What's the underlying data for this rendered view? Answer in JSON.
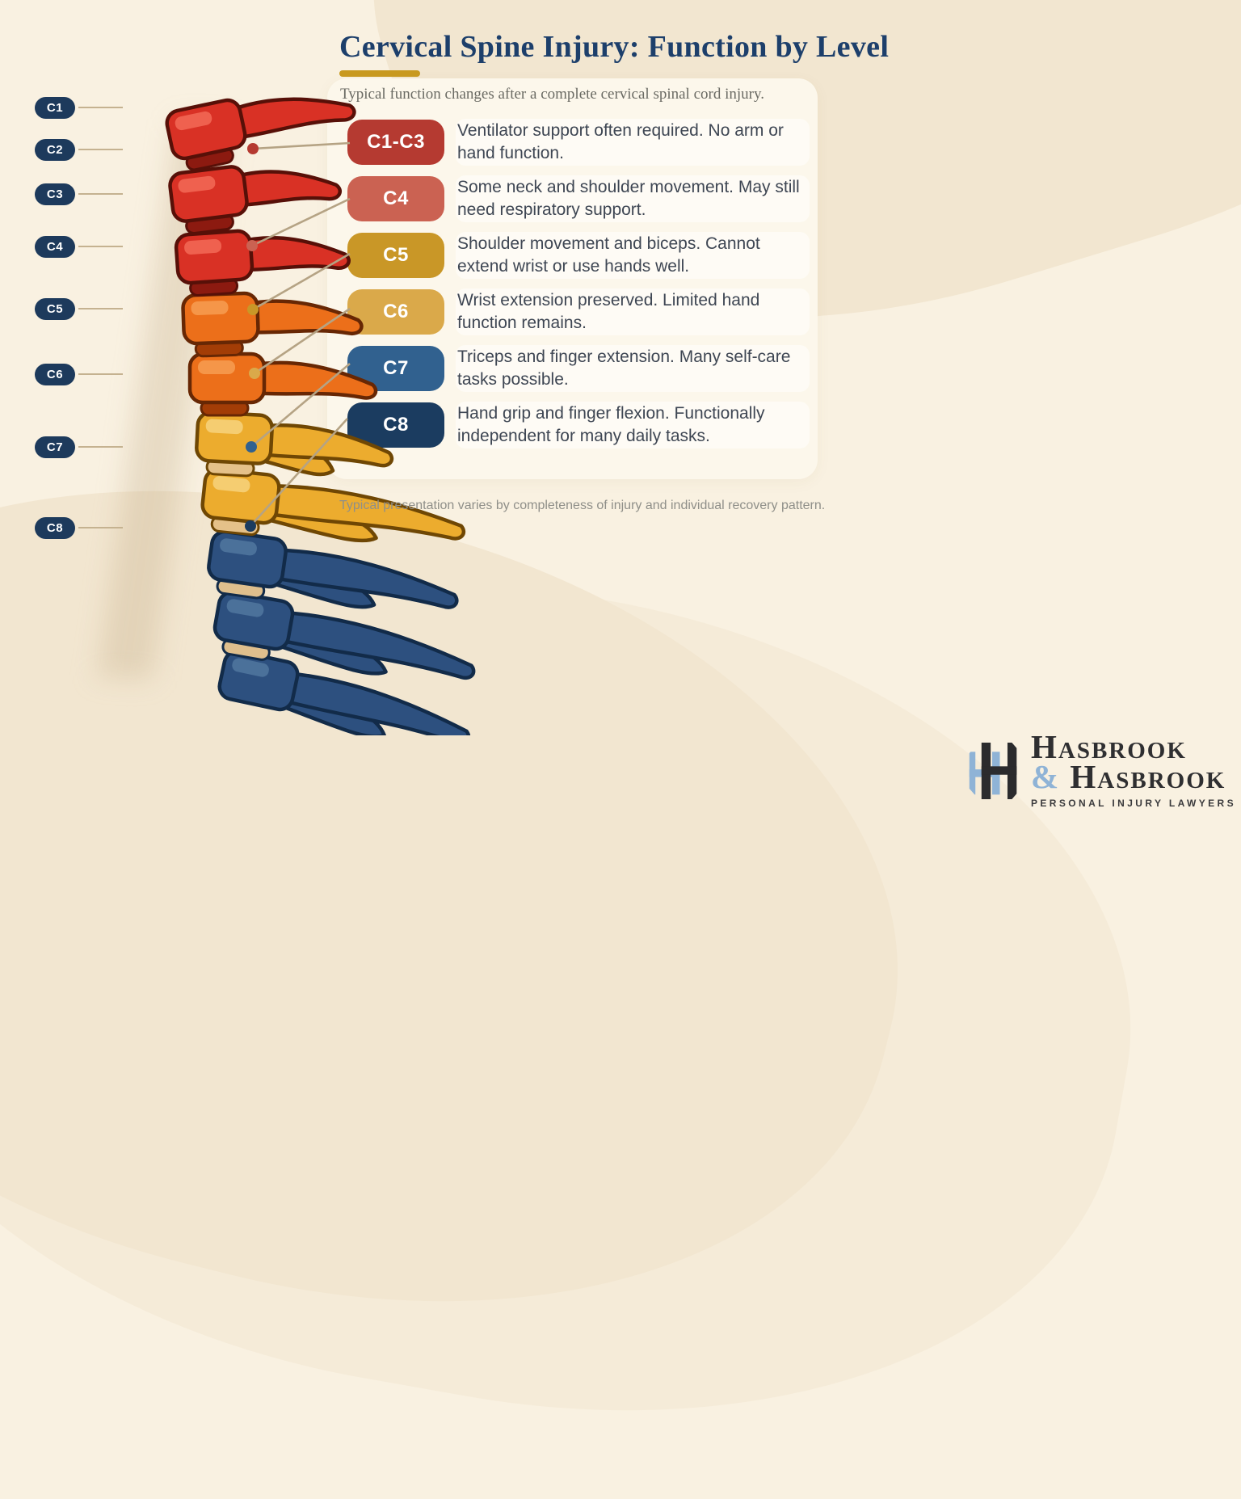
{
  "page": {
    "title": "Cervical Spine Injury: Function by Level",
    "subtitle": "Typical function changes after a complete cervical spinal cord injury.",
    "footnote": "Typical presentation varies by completeness of injury and individual recovery pattern."
  },
  "spine_labels": [
    "C1",
    "C2",
    "C3",
    "C4",
    "C5",
    "C6",
    "C7",
    "C8"
  ],
  "levels": [
    {
      "label": "C1-C3",
      "color": "#b53a31",
      "description": "Ventilator support often required. No arm or hand function."
    },
    {
      "label": "C4",
      "color": "#cb6252",
      "description": "Some neck and shoulder movement. May still need respiratory support."
    },
    {
      "label": "C5",
      "color": "#c99727",
      "description": "Shoulder movement and biceps. Cannot extend wrist or use hands well."
    },
    {
      "label": "C6",
      "color": "#daa94a",
      "description": "Wrist extension preserved. Limited hand function remains."
    },
    {
      "label": "C7",
      "color": "#31618f",
      "description": "Triceps and finger extension. Many self-care tasks possible."
    },
    {
      "label": "C8",
      "color": "#1b3c60",
      "description": "Hand grip and finger flexion. Functionally independent for many daily tasks."
    }
  ],
  "logo": {
    "name_top": "Hasbrook",
    "amp": "&",
    "name_bottom": "Hasbrook",
    "tagline": "PERSONAL INJURY LAWYERS"
  },
  "colors": {
    "background": "#f9f1e1",
    "card": "#fcf7eb",
    "title": "#1d3f6b",
    "accent_gold": "#c8991f",
    "body_text": "#3e4653",
    "subtitle_text": "#6a6a63",
    "footnote_text": "#8f8f89",
    "label_pill": "#1d3a5c",
    "leader_line": "#b5a384",
    "logo_blue": "#8fb3d6",
    "logo_dark": "#2f2f31",
    "spine": {
      "red": {
        "body": "#d93125",
        "dark": "#571008",
        "light": "#f26a57",
        "disc": "#8c1a10"
      },
      "orange": {
        "body": "#ec6f1a",
        "dark": "#672704",
        "light": "#f79e52",
        "disc": "#a33d06"
      },
      "gold": {
        "body": "#ecac2e",
        "dark": "#6f4704",
        "light": "#f7d27c",
        "disc": "#e5c189"
      },
      "navy": {
        "body": "#2d507f",
        "dark": "#122b49",
        "light": "#51779f",
        "disc": "#dfbf8d"
      }
    }
  }
}
